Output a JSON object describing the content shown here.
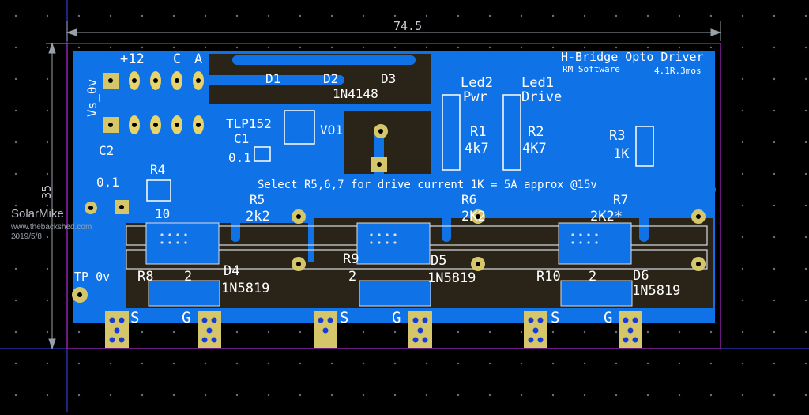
{
  "dimensions": {
    "width": "74.5",
    "height": "35"
  },
  "watermark": {
    "title": "SolarMike",
    "url": "www.thebackshed.com",
    "date": "2019/5/8"
  },
  "board": {
    "title": "H-Bridge Opto Driver",
    "company": "RM Software",
    "version": "4.1R.3mos",
    "note": "Select R5,6,7 for drive current  1K = 5A approx @15v"
  },
  "connector": {
    "vs": "Vs_0v",
    "p12": "+12",
    "c": "C",
    "a": "A"
  },
  "diodes": {
    "d1": "D1",
    "d2": "D2",
    "d3": "D3",
    "part": "1N4148"
  },
  "opto": {
    "part": "TLP152",
    "ref": "VO1"
  },
  "caps": {
    "c1": "C1",
    "c1v": "0.1",
    "c2": "C2",
    "c2v": "0.1"
  },
  "leds": {
    "led2": "Led2",
    "led2fn": "Pwr",
    "led1": "Led1",
    "led1fn": "Drive"
  },
  "resistors": {
    "r1": "R1",
    "r1v": "4k7",
    "r2": "R2",
    "r2v": "4K7",
    "r3": "R3",
    "r3v": "1K",
    "r4": "R4",
    "r4v": "10",
    "r5": "R5",
    "r5v": "2k2",
    "r6": "R6",
    "r6v": "2K2",
    "r7": "R7",
    "r7v": "2K2*",
    "r8": "R8",
    "r9": "R9",
    "r10": "R10",
    "rgv": "2"
  },
  "schottky": {
    "d4": "D4",
    "d5": "D5",
    "d6": "D6",
    "part": "1N5819"
  },
  "tp": "TP 0v",
  "pads": {
    "s": "S",
    "g": "G"
  }
}
